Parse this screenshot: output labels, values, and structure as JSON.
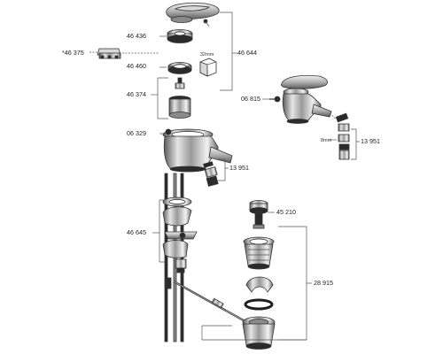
{
  "labels": {
    "cartridge_cap": "46 436",
    "ring": "46 460",
    "size_32": "32mm",
    "bracket_main": "46 644",
    "alt_part": "*46 375",
    "cartridge": "46 374",
    "body": "06 329",
    "aerator": "13 951",
    "lever_kit": "46 645",
    "pull_rod_right": "06 815",
    "size_8": "8mm",
    "aerator_right": "13 951",
    "pop_up_head": "45 210",
    "drain_set": "28 915"
  }
}
